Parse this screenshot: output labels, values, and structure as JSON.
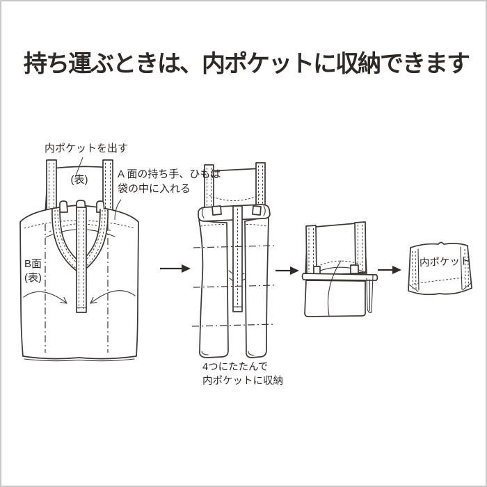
{
  "colors": {
    "background": "#ffffff",
    "frame_border": "#c8c8c8",
    "line": "#3b3733",
    "text": "#2d2926"
  },
  "title": {
    "text": "持ち運ぶときは、内ポケットに収納できます"
  },
  "diagram": {
    "step1": {
      "label_pocket_out": "内ポケットを出す",
      "label_pocket_face": "(表)",
      "label_handle_line1": "A 面の持ち手、ひもは",
      "label_handle_line2": "袋の中に入れる",
      "label_side_line1": "B面",
      "label_side_line2": "(表)"
    },
    "step2": {
      "caption_line1": "4つにたたんで",
      "caption_line2": "内ポケットに収納"
    },
    "step4": {
      "label_pocket": "内ポケット"
    },
    "arrow_icon": "right-arrow"
  }
}
